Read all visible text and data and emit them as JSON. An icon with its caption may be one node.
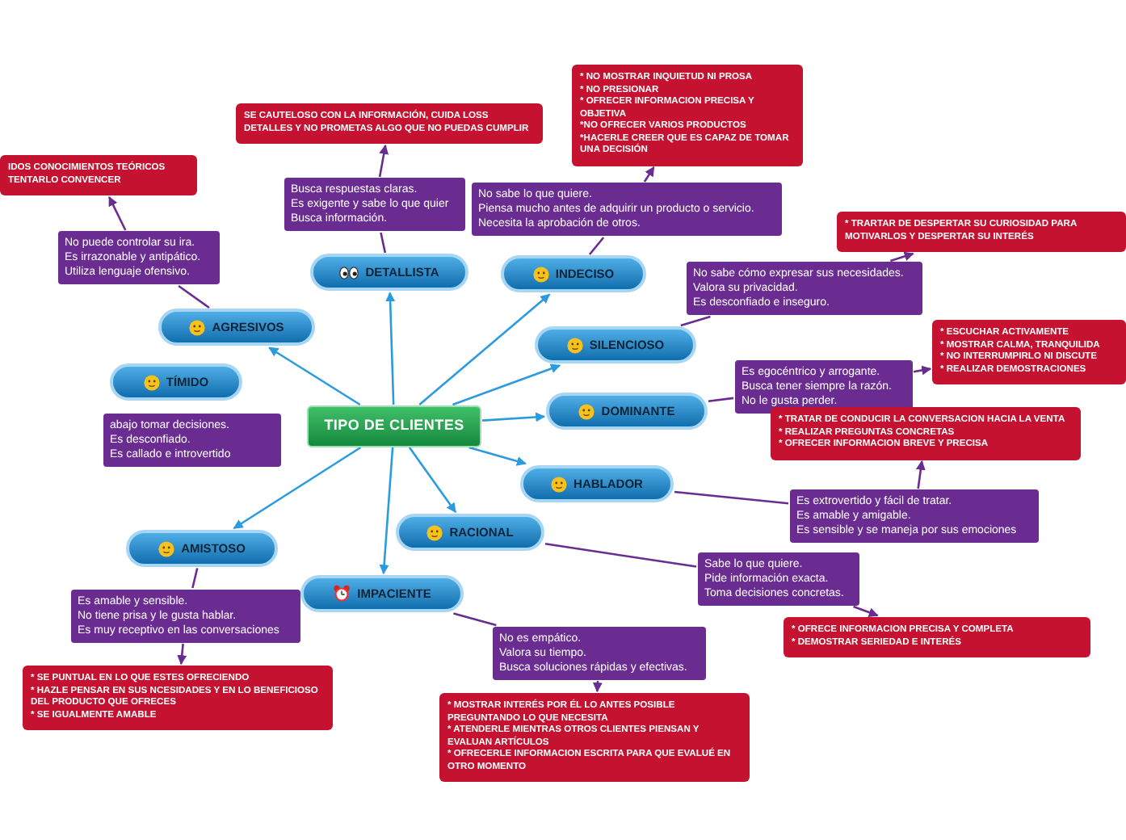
{
  "diagram": {
    "nodes": [
      {
        "text": [
          "TIPO DE CLIENTES"
        ]
      },
      {
        "text": [
          "DETALLISTA"
        ]
      },
      {
        "text": [
          "INDECISO"
        ]
      },
      {
        "text": [
          "AGRESIVOS"
        ]
      },
      {
        "text": [
          "TÍMIDO"
        ]
      },
      {
        "text": [
          "SILENCIOSO"
        ]
      },
      {
        "text": [
          "DOMINANTE"
        ]
      },
      {
        "text": [
          "HABLADOR"
        ]
      },
      {
        "text": [
          "RACIONAL"
        ]
      },
      {
        "text": [
          "AMISTOSO"
        ]
      },
      {
        "text": [
          "IMPACIENTE"
        ]
      },
      {
        "text": [
          "Busca respuestas claras.",
          "Es exigente y sabe lo que quier",
          "Busca información."
        ]
      },
      {
        "text": [
          "No sabe lo que quiere.",
          "Piensa mucho antes de adquirir un producto o servicio.",
          "Necesita la aprobación de otros."
        ]
      },
      {
        "text": [
          "No puede controlar su ira.",
          "Es irrazonable y antipático.",
          "Utiliza lenguaje ofensivo."
        ]
      },
      {
        "text": [
          "abajo tomar decisiones.",
          "Es desconfiado.",
          "Es callado e introvertido"
        ]
      },
      {
        "text": [
          "No sabe cómo expresar sus necesidades.",
          "Valora su privacidad.",
          "Es desconfiado e inseguro."
        ]
      },
      {
        "text": [
          "Es egocéntrico y arrogante.",
          "Busca tener siempre la razón.",
          "No le gusta perder."
        ]
      },
      {
        "text": [
          "Es extrovertido y fácil de tratar.",
          "Es amable y amigable.",
          "Es sensible y se maneja por sus emociones"
        ]
      },
      {
        "text": [
          "Sabe lo que quiere.",
          "Pide información exacta.",
          "Toma decisiones concretas."
        ]
      },
      {
        "text": [
          "Es amable y sensible.",
          "No tiene prisa y le gusta hablar.",
          "Es muy receptivo en las conversaciones"
        ]
      },
      {
        "text": [
          "No es empático.",
          "Valora su tiempo.",
          "Busca soluciones rápidas y efectivas."
        ]
      },
      {
        "text": [
          "SE CAUTELOSO CON LA INFORMACIÓN, CUIDA LOSS DETALLES Y NO PROMETAS ALGO QUE NO PUEDAS CUMPLIR"
        ]
      },
      {
        "text": [
          "* NO MOSTRAR INQUIETUD NI PROSA",
          "* NO PRESIONAR",
          "* OFRECER INFORMACION PRECISA Y OBJETIVA",
          "*NO OFRECER VARIOS PRODUCTOS",
          "*HACERLE CREER QUE ES CAPAZ DE TOMAR UNA DECISIÓN"
        ]
      },
      {
        "text": [
          "IDOS CONOCIMIENTOS TEÓRICOS",
          "TENTARLO CONVENCER"
        ]
      },
      {
        "text": [
          "* TRARTAR DE DESPERTAR SU CURIOSIDAD PARA MOTIVARLOS Y DESPERTAR SU INTERÉS"
        ]
      },
      {
        "text": [
          "* ESCUCHAR ACTIVAMENTE",
          "* MOSTRAR CALMA, TRANQUILIDA",
          "* NO INTERRUMPIRLO NI DISCUTE",
          "* REALIZAR DEMOSTRACIONES"
        ]
      },
      {
        "text": [
          "* TRATAR DE CONDUCIR LA CONVERSACION HACIA LA VENTA",
          "*  REALIZAR PREGUNTAS CONCRETAS",
          "* OFRECER INFORMACION BREVE Y PRECISA"
        ]
      },
      {
        "text": [
          "* OFRECE INFORMACION PRECISA Y COMPLETA",
          "* DEMOSTRAR SERIEDAD E INTERÉS"
        ]
      },
      {
        "text": [
          "* SE PUNTUAL EN LO QUE ESTES OFRECIENDO",
          "*  HAZLE PENSAR EN SUS NCESIDADES Y EN LO BENEFICIOSO DEL PRODUCTO QUE OFRECES",
          "*  SE IGUALMENTE AMABLE"
        ]
      },
      {
        "text": [
          "* MOSTRAR INTERÉS POR ÉL LO ANTES POSIBLE PREGUNTANDO LO QUE NECESITA",
          "* ATENDERLE MIENTRAS OTROS CLIENTES PIENSAN Y EVALUAN ARTÍCULOS",
          "* OFRECERLE INFORMACION ESCRITA PARA QUE EVALUÉ EN OTRO MOMENTO"
        ]
      }
    ],
    "edges": [
      {
        "from": 0,
        "to": 1,
        "arrow": "to",
        "color": "#2b9be0"
      },
      {
        "from": 0,
        "to": 2,
        "arrow": "to",
        "color": "#2b9be0"
      },
      {
        "from": 0,
        "to": 3,
        "arrow": "to",
        "color": "#2b9be0"
      },
      {
        "from": 0,
        "to": 5,
        "arrow": "to",
        "color": "#2b9be0"
      },
      {
        "from": 0,
        "to": 6,
        "arrow": "to",
        "color": "#2b9be0"
      },
      {
        "from": 0,
        "to": 7,
        "arrow": "to",
        "color": "#2b9be0"
      },
      {
        "from": 0,
        "to": 8,
        "arrow": "to",
        "color": "#2b9be0"
      },
      {
        "from": 0,
        "to": 9,
        "arrow": "to",
        "color": "#2b9be0"
      },
      {
        "from": 0,
        "to": 10,
        "arrow": "to",
        "color": "#2b9be0"
      },
      {
        "from": 1,
        "to": 11,
        "arrow": "none"
      },
      {
        "from": 11,
        "to": 21,
        "arrow": "to"
      },
      {
        "from": 2,
        "to": 12,
        "arrow": "none"
      },
      {
        "from": 12,
        "to": 22,
        "arrow": "to"
      },
      {
        "from": 3,
        "to": 13,
        "arrow": "none"
      },
      {
        "from": 13,
        "to": 23,
        "arrow": "to"
      },
      {
        "from": 5,
        "to": 15,
        "arrow": "none"
      },
      {
        "from": 15,
        "to": 24,
        "arrow": "to"
      },
      {
        "from": 6,
        "to": 16,
        "arrow": "none"
      },
      {
        "from": 16,
        "to": 25,
        "arrow": "to"
      },
      {
        "from": 7,
        "to": 17,
        "arrow": "none"
      },
      {
        "from": 17,
        "to": 26,
        "arrow": "to"
      },
      {
        "from": 8,
        "to": 18,
        "arrow": "none"
      },
      {
        "from": 18,
        "to": 27,
        "arrow": "to"
      },
      {
        "from": 9,
        "to": 19,
        "arrow": "none"
      },
      {
        "from": 19,
        "to": 28,
        "arrow": "to"
      },
      {
        "from": 10,
        "to": 20,
        "arrow": "none"
      },
      {
        "from": 20,
        "to": 29,
        "arrow": "to"
      }
    ]
  }
}
